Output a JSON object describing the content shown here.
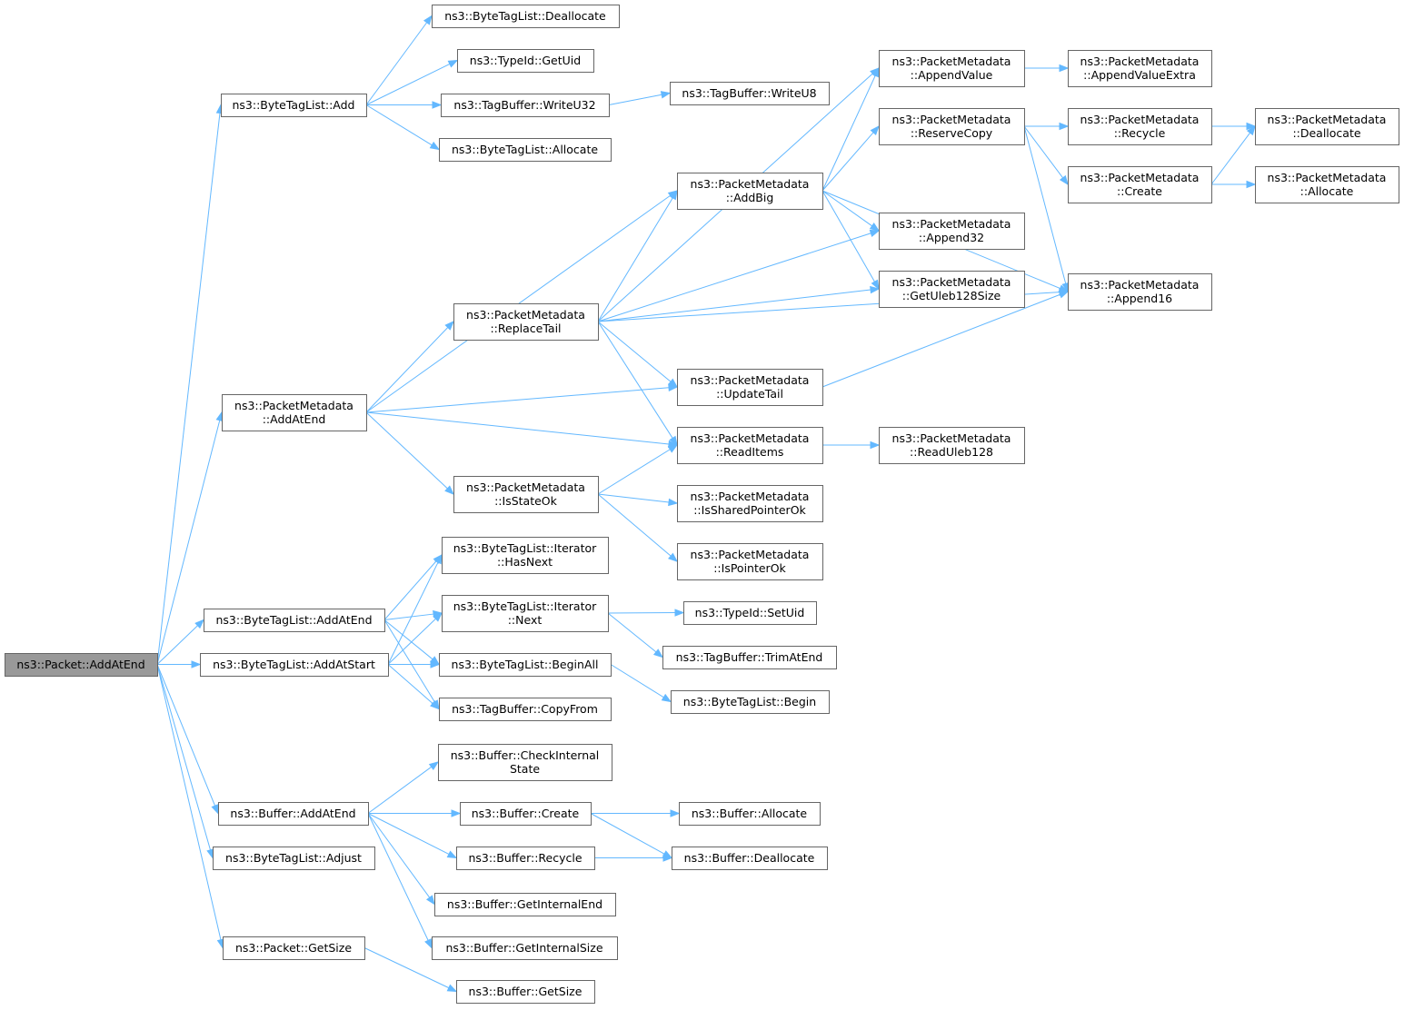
{
  "diagram": {
    "edge_color": "#63b8ff",
    "root_fill": "#999999",
    "nodes": [
      {
        "id": "packet_addatend",
        "lines": [
          "ns3::Packet::AddAtEnd"
        ],
        "root": true
      },
      {
        "id": "btl_dealloc",
        "lines": [
          "ns3::ByteTagList::Deallocate"
        ]
      },
      {
        "id": "typeid_getuid",
        "lines": [
          "ns3::TypeId::GetUid"
        ]
      },
      {
        "id": "btl_add",
        "lines": [
          "ns3::ByteTagList::Add"
        ]
      },
      {
        "id": "tb_writeu32",
        "lines": [
          "ns3::TagBuffer::WriteU32"
        ]
      },
      {
        "id": "tb_writeu8",
        "lines": [
          "ns3::TagBuffer::WriteU8"
        ]
      },
      {
        "id": "btl_alloc",
        "lines": [
          "ns3::ByteTagList::Allocate"
        ]
      },
      {
        "id": "pm_appendvalue",
        "lines": [
          "ns3::PacketMetadata",
          "::AppendValue"
        ]
      },
      {
        "id": "pm_appendvalueextra",
        "lines": [
          "ns3::PacketMetadata",
          "::AppendValueExtra"
        ]
      },
      {
        "id": "pm_reservecopy",
        "lines": [
          "ns3::PacketMetadata",
          "::ReserveCopy"
        ]
      },
      {
        "id": "pm_recycle",
        "lines": [
          "ns3::PacketMetadata",
          "::Recycle"
        ]
      },
      {
        "id": "pm_dealloc",
        "lines": [
          "ns3::PacketMetadata",
          "::Deallocate"
        ]
      },
      {
        "id": "pm_addbig",
        "lines": [
          "ns3::PacketMetadata",
          "::AddBig"
        ]
      },
      {
        "id": "pm_create",
        "lines": [
          "ns3::PacketMetadata",
          "::Create"
        ]
      },
      {
        "id": "pm_alloc",
        "lines": [
          "ns3::PacketMetadata",
          "::Allocate"
        ]
      },
      {
        "id": "pm_append32",
        "lines": [
          "ns3::PacketMetadata",
          "::Append32"
        ]
      },
      {
        "id": "pm_getuleb",
        "lines": [
          "ns3::PacketMetadata",
          "::GetUleb128Size"
        ]
      },
      {
        "id": "pm_append16",
        "lines": [
          "ns3::PacketMetadata",
          "::Append16"
        ]
      },
      {
        "id": "pm_replacetail",
        "lines": [
          "ns3::PacketMetadata",
          "::ReplaceTail"
        ]
      },
      {
        "id": "pm_updatetail",
        "lines": [
          "ns3::PacketMetadata",
          "::UpdateTail"
        ]
      },
      {
        "id": "pm_addatend",
        "lines": [
          "ns3::PacketMetadata",
          "::AddAtEnd"
        ]
      },
      {
        "id": "pm_readitems",
        "lines": [
          "ns3::PacketMetadata",
          "::ReadItems"
        ]
      },
      {
        "id": "pm_readuleb",
        "lines": [
          "ns3::PacketMetadata",
          "::ReadUleb128"
        ]
      },
      {
        "id": "pm_isstateok",
        "lines": [
          "ns3::PacketMetadata",
          "::IsStateOk"
        ]
      },
      {
        "id": "pm_issharedptr",
        "lines": [
          "ns3::PacketMetadata",
          "::IsSharedPointerOk"
        ]
      },
      {
        "id": "pm_isptrok",
        "lines": [
          "ns3::PacketMetadata",
          "::IsPointerOk"
        ]
      },
      {
        "id": "btl_it_hasnext",
        "lines": [
          "ns3::ByteTagList::Iterator",
          "::HasNext"
        ]
      },
      {
        "id": "btl_addatend",
        "lines": [
          "ns3::ByteTagList::AddAtEnd"
        ]
      },
      {
        "id": "btl_it_next",
        "lines": [
          "ns3::ByteTagList::Iterator",
          "::Next"
        ]
      },
      {
        "id": "typeid_setuid",
        "lines": [
          "ns3::TypeId::SetUid"
        ]
      },
      {
        "id": "tb_trimatend",
        "lines": [
          "ns3::TagBuffer::TrimAtEnd"
        ]
      },
      {
        "id": "btl_addatstart",
        "lines": [
          "ns3::ByteTagList::AddAtStart"
        ]
      },
      {
        "id": "btl_beginall",
        "lines": [
          "ns3::ByteTagList::BeginAll"
        ]
      },
      {
        "id": "btl_begin",
        "lines": [
          "ns3::ByteTagList::Begin"
        ]
      },
      {
        "id": "tb_copyfrom",
        "lines": [
          "ns3::TagBuffer::CopyFrom"
        ]
      },
      {
        "id": "buf_checkinternal",
        "lines": [
          "ns3::Buffer::CheckInternal",
          "State"
        ]
      },
      {
        "id": "buf_addatend",
        "lines": [
          "ns3::Buffer::AddAtEnd"
        ]
      },
      {
        "id": "buf_create",
        "lines": [
          "ns3::Buffer::Create"
        ]
      },
      {
        "id": "buf_alloc",
        "lines": [
          "ns3::Buffer::Allocate"
        ]
      },
      {
        "id": "btl_adjust",
        "lines": [
          "ns3::ByteTagList::Adjust"
        ]
      },
      {
        "id": "buf_recycle",
        "lines": [
          "ns3::Buffer::Recycle"
        ]
      },
      {
        "id": "buf_dealloc",
        "lines": [
          "ns3::Buffer::Deallocate"
        ]
      },
      {
        "id": "buf_getinternalend",
        "lines": [
          "ns3::Buffer::GetInternalEnd"
        ]
      },
      {
        "id": "buf_getinternalsize",
        "lines": [
          "ns3::Buffer::GetInternalSize"
        ]
      },
      {
        "id": "packet_getsize",
        "lines": [
          "ns3::Packet::GetSize"
        ]
      },
      {
        "id": "buf_getsize",
        "lines": [
          "ns3::Buffer::GetSize"
        ]
      }
    ],
    "edges": [
      [
        "packet_addatend",
        "btl_add"
      ],
      [
        "packet_addatend",
        "pm_addatend"
      ],
      [
        "packet_addatend",
        "btl_addatend"
      ],
      [
        "packet_addatend",
        "btl_addatstart"
      ],
      [
        "packet_addatend",
        "buf_addatend"
      ],
      [
        "packet_addatend",
        "btl_adjust"
      ],
      [
        "packet_addatend",
        "packet_getsize"
      ],
      [
        "btl_add",
        "btl_dealloc"
      ],
      [
        "btl_add",
        "typeid_getuid"
      ],
      [
        "btl_add",
        "tb_writeu32"
      ],
      [
        "btl_add",
        "btl_alloc"
      ],
      [
        "tb_writeu32",
        "tb_writeu8"
      ],
      [
        "pm_addatend",
        "pm_addbig"
      ],
      [
        "pm_addatend",
        "pm_replacetail"
      ],
      [
        "pm_addatend",
        "pm_updatetail"
      ],
      [
        "pm_addatend",
        "pm_readitems"
      ],
      [
        "pm_addatend",
        "pm_isstateok"
      ],
      [
        "pm_replacetail",
        "pm_appendvalue"
      ],
      [
        "pm_replacetail",
        "pm_addbig"
      ],
      [
        "pm_replacetail",
        "pm_append32"
      ],
      [
        "pm_replacetail",
        "pm_getuleb"
      ],
      [
        "pm_replacetail",
        "pm_append16"
      ],
      [
        "pm_replacetail",
        "pm_updatetail"
      ],
      [
        "pm_replacetail",
        "pm_readitems"
      ],
      [
        "pm_addbig",
        "pm_appendvalue"
      ],
      [
        "pm_addbig",
        "pm_reservecopy"
      ],
      [
        "pm_addbig",
        "pm_append16"
      ],
      [
        "pm_addbig",
        "pm_append32"
      ],
      [
        "pm_addbig",
        "pm_getuleb"
      ],
      [
        "pm_appendvalue",
        "pm_appendvalueextra"
      ],
      [
        "pm_reservecopy",
        "pm_recycle"
      ],
      [
        "pm_reservecopy",
        "pm_create"
      ],
      [
        "pm_reservecopy",
        "pm_append16"
      ],
      [
        "pm_recycle",
        "pm_dealloc"
      ],
      [
        "pm_create",
        "pm_dealloc"
      ],
      [
        "pm_create",
        "pm_alloc"
      ],
      [
        "pm_updatetail",
        "pm_append16"
      ],
      [
        "pm_readitems",
        "pm_readuleb"
      ],
      [
        "pm_isstateok",
        "pm_readitems"
      ],
      [
        "pm_isstateok",
        "pm_issharedptr"
      ],
      [
        "pm_isstateok",
        "pm_isptrok"
      ],
      [
        "btl_addatend",
        "btl_it_hasnext"
      ],
      [
        "btl_addatend",
        "btl_it_next"
      ],
      [
        "btl_addatend",
        "btl_beginall"
      ],
      [
        "btl_addatend",
        "tb_copyfrom"
      ],
      [
        "btl_addatstart",
        "btl_it_hasnext"
      ],
      [
        "btl_addatstart",
        "btl_it_next"
      ],
      [
        "btl_addatstart",
        "btl_beginall"
      ],
      [
        "btl_addatstart",
        "tb_copyfrom"
      ],
      [
        "btl_it_next",
        "typeid_setuid"
      ],
      [
        "btl_it_next",
        "tb_trimatend"
      ],
      [
        "btl_beginall",
        "btl_begin"
      ],
      [
        "buf_addatend",
        "buf_checkinternal"
      ],
      [
        "buf_addatend",
        "buf_create"
      ],
      [
        "buf_addatend",
        "buf_recycle"
      ],
      [
        "buf_addatend",
        "buf_getinternalend"
      ],
      [
        "buf_addatend",
        "buf_getinternalsize"
      ],
      [
        "buf_create",
        "buf_alloc"
      ],
      [
        "buf_create",
        "buf_dealloc"
      ],
      [
        "buf_recycle",
        "buf_dealloc"
      ],
      [
        "packet_getsize",
        "buf_getsize"
      ]
    ]
  }
}
